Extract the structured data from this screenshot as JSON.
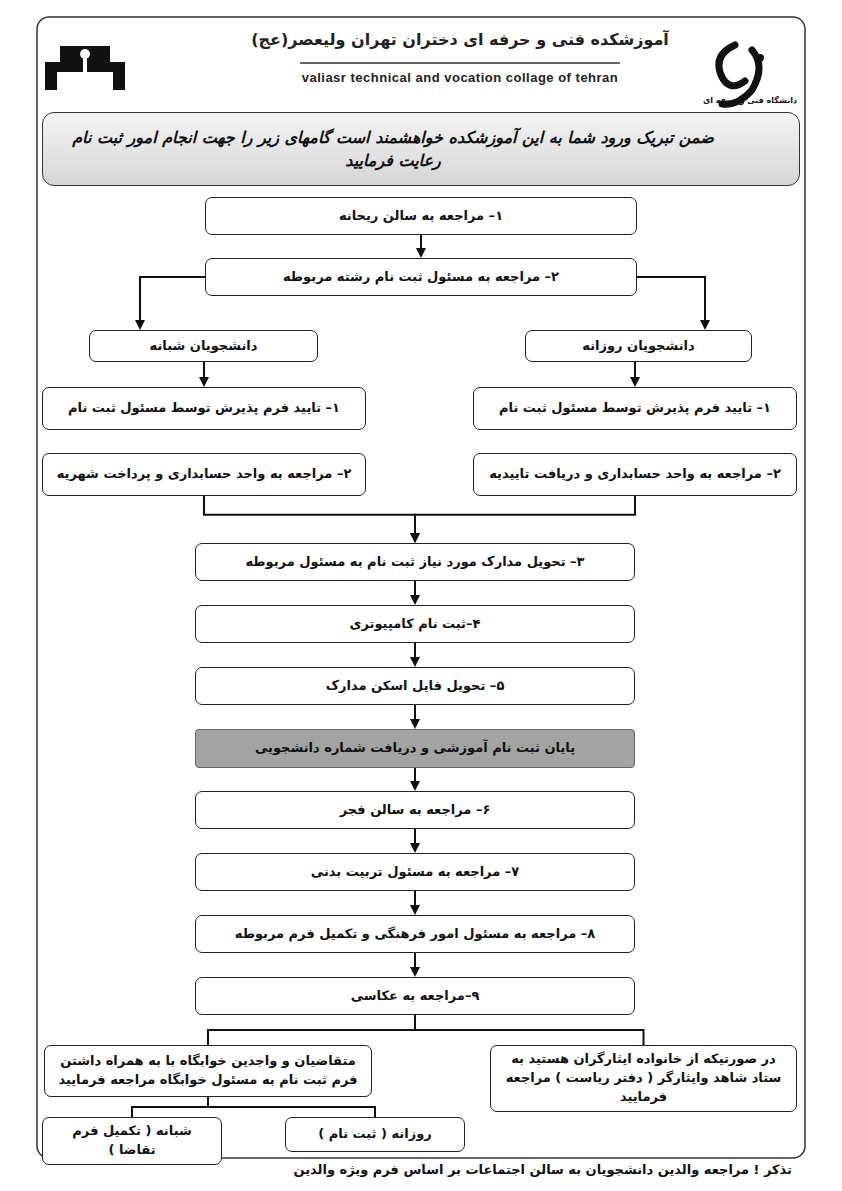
{
  "diagram": {
    "title": "آموزشکده فنی و حرفه ای دختران تهران ولیعصر(عج)",
    "nodes": [
      {
        "text": [
          "ضمن تبریک ورود شما به این آموزشکده خواهشمند است گامهای زیر را جهت انجام امور ثبت نام رعایت فرمایید"
        ]
      },
      {
        "text": [
          "۱– مراجعه به سالن ریحانه"
        ]
      },
      {
        "text": [
          "۲– مراجعه به مسئول ثبت نام رشته مربوطه"
        ]
      },
      {
        "text": [
          "دانشجویان روزانه"
        ]
      },
      {
        "text": [
          "دانشجویان شبانه"
        ]
      },
      {
        "text": [
          "۱– تایید فرم پذیرش توسط مسئول ثبت نام"
        ]
      },
      {
        "text": [
          "۱– تایید فرم پذیرش توسط مسئول ثبت نام"
        ]
      },
      {
        "text": [
          "۲– مراجعه به واحد حسابداری و دریافت تاییدیه"
        ]
      },
      {
        "text": [
          "۲– مراجعه به واحد حسابداری و پرداخت شهریه"
        ]
      },
      {
        "text": [
          "۳– تحویل مدارک مورد نیاز ثبت نام به مسئول مربوطه"
        ]
      },
      {
        "text": [
          "۴–ثبت نام کامپیوتری"
        ]
      },
      {
        "text": [
          "۵– تحویل فایل اسکن مدارک"
        ]
      },
      {
        "text": [
          "پایان ثبت نام آموزشی و دریافت شماره دانشجویی"
        ]
      },
      {
        "text": [
          "۶– مراجعه به سالن فجر"
        ]
      },
      {
        "text": [
          "۷– مراجعه به مسئول تربیت بدنی"
        ]
      },
      {
        "text": [
          "۸– مراجعه به مسئول امور فرهنگی و تکمیل فرم مربوطه"
        ]
      },
      {
        "text": [
          "۹–مراجعه به عکاسی"
        ]
      },
      {
        "text": [
          "در صورتیکه از خانواده ایثارگران هستید به ستاد شاهد وایثارگر ( دفتر ریاست ) مراجعه فرمایید"
        ]
      },
      {
        "text": [
          "متقاضیان و واجدین خوابگاه با به همراه داشتن فرم ثبت نام به مسئول خوابگاه مراجعه فرمایید"
        ]
      },
      {
        "text": [
          "روزانه ( ثبت نام )"
        ]
      },
      {
        "text": [
          "شبانه ( تکمیل فرم تقاضا )"
        ]
      }
    ],
    "edges": [
      {
        "from": 1,
        "to": 2,
        "arrow": "to"
      },
      {
        "from": 2,
        "to": 3,
        "arrow": "to"
      },
      {
        "from": 2,
        "to": 4,
        "arrow": "to"
      },
      {
        "from": 3,
        "to": 5,
        "arrow": "to"
      },
      {
        "from": 4,
        "to": 6,
        "arrow": "to"
      },
      {
        "from": 7,
        "to": 9,
        "arrow": "to"
      },
      {
        "from": 8,
        "to": 9,
        "arrow": "to"
      },
      {
        "from": 9,
        "to": 10,
        "arrow": "to"
      },
      {
        "from": 10,
        "to": 11,
        "arrow": "to"
      },
      {
        "from": 11,
        "to": 12,
        "arrow": "to"
      },
      {
        "from": 12,
        "to": 13,
        "arrow": "to"
      },
      {
        "from": 13,
        "to": 14,
        "arrow": "to"
      },
      {
        "from": 14,
        "to": 15,
        "arrow": "to"
      },
      {
        "from": 15,
        "to": 16,
        "arrow": "to"
      },
      {
        "from": 16,
        "to": 17,
        "arrow": "none"
      },
      {
        "from": 16,
        "to": 18,
        "arrow": "none"
      },
      {
        "from": 18,
        "to": 19,
        "arrow": "none"
      },
      {
        "from": 18,
        "to": 20,
        "arrow": "none"
      }
    ],
    "labels": [
      "دانشگاه فنی و حرفه ای",
      "valiasr technical and vocation collage of tehran",
      "تذکر ! مراجعه والدین دانشجویان به سالن اجتماعات بر اساس فرم ویژه والدین"
    ]
  }
}
